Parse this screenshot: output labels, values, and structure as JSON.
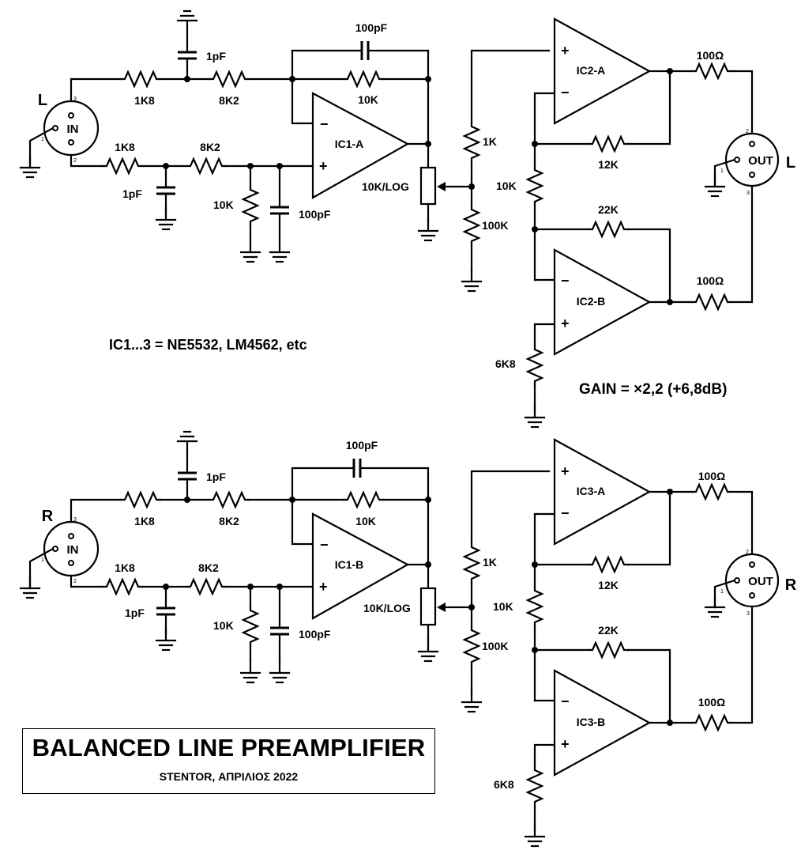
{
  "title": "BALANCED LINE PREAMPLIFIER",
  "subtitle": "STENTOR, ΑΠΡΙΛΙΟΣ 2022",
  "ic_note": "IC1...3 = NE5532, LM4562, etc",
  "gain_note": "GAIN = ×2,2 (+6,8dB)",
  "channels": [
    {
      "channel": "L",
      "input_label": "IN",
      "output_label": "OUT",
      "ic_input": "IC1-A",
      "ic_out_a": "IC2-A",
      "ic_out_b": "IC2-B"
    },
    {
      "channel": "R",
      "input_label": "IN",
      "output_label": "OUT",
      "ic_input": "IC1-B",
      "ic_out_a": "IC3-A",
      "ic_out_b": "IC3-B"
    }
  ],
  "components": {
    "r_in": "1K8",
    "r_mid": "8K2",
    "c_filter": "1pF",
    "r_fb": "10K",
    "c_fb": "100pF",
    "r_shunt": "10K",
    "c_shunt": "100pF",
    "pot": "10K/LOG",
    "r_series": "1K",
    "r_bias": "100K",
    "r_inv": "10K",
    "r_fb_a": "12K",
    "r_fb_b": "22K",
    "r_gnd_b": "6K8",
    "r_out": "100Ω"
  },
  "pins": {
    "ground": "1",
    "hot": "2",
    "cold": "3"
  },
  "signs": {
    "plus": "+",
    "minus": "−"
  }
}
